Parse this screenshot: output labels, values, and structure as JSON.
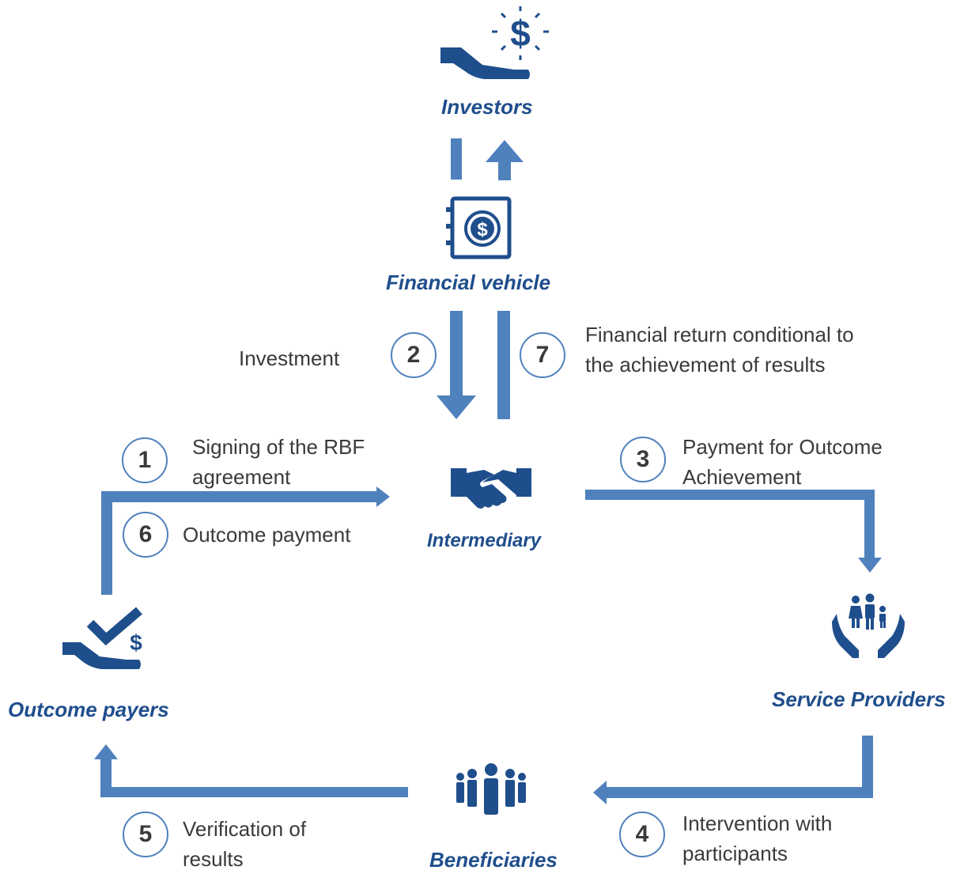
{
  "actors": {
    "investors": "Investors",
    "financial_vehicle": "Financial vehicle",
    "intermediary": "Intermediary",
    "outcome_payers": "Outcome payers",
    "service_providers": "Service Providers",
    "beneficiaries": "Beneficiaries"
  },
  "steps": [
    {
      "number": "1",
      "lines": [
        "Signing of the RBF",
        "agreement"
      ]
    },
    {
      "number": "2",
      "lines": [
        "Investment"
      ]
    },
    {
      "number": "3",
      "lines": [
        "Payment for Outcome",
        "Achievement"
      ]
    },
    {
      "number": "4",
      "lines": [
        "Intervention with",
        "participants"
      ]
    },
    {
      "number": "5",
      "lines": [
        "Verification of",
        "results"
      ]
    },
    {
      "number": "6",
      "lines": [
        "Outcome payment"
      ]
    },
    {
      "number": "7",
      "lines": [
        "Financial return conditional to",
        "the achievement of results"
      ]
    }
  ],
  "colors": {
    "arrow": "#4F81BD",
    "icon": "#1F4E8C",
    "label": "#1F4E8C",
    "text": "#3a3a3a"
  },
  "icons": {
    "investors": "hand-dollar-icon",
    "financial_vehicle": "safe-dollar-icon",
    "intermediary": "handshake-icon",
    "outcome_payers": "hand-check-dollar-icon",
    "service_providers": "hands-family-icon",
    "beneficiaries": "group-people-icon"
  }
}
